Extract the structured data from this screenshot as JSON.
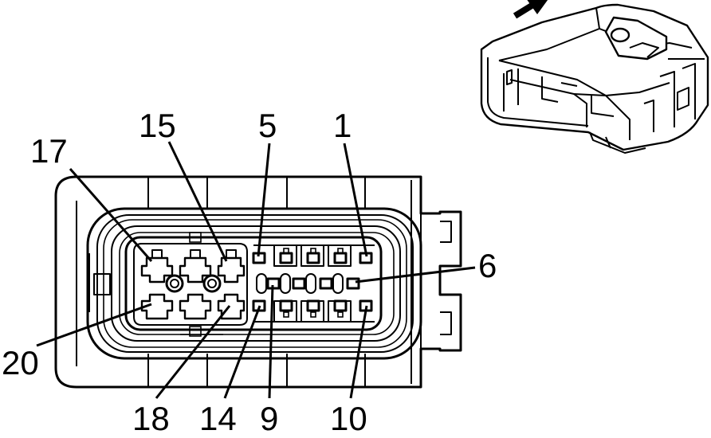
{
  "pin_labels": {
    "p17": "17",
    "p15": "15",
    "p5": "5",
    "p1": "1",
    "p6": "6",
    "p20": "20",
    "p18": "18",
    "p14": "14",
    "p9": "9",
    "p10": "10"
  },
  "icons": {
    "arrow": "arrow-icon",
    "connector_face": "connector-face",
    "connector_isometric": "connector-isometric-view"
  },
  "colors": {
    "line": "#000000",
    "background": "#ffffff"
  }
}
